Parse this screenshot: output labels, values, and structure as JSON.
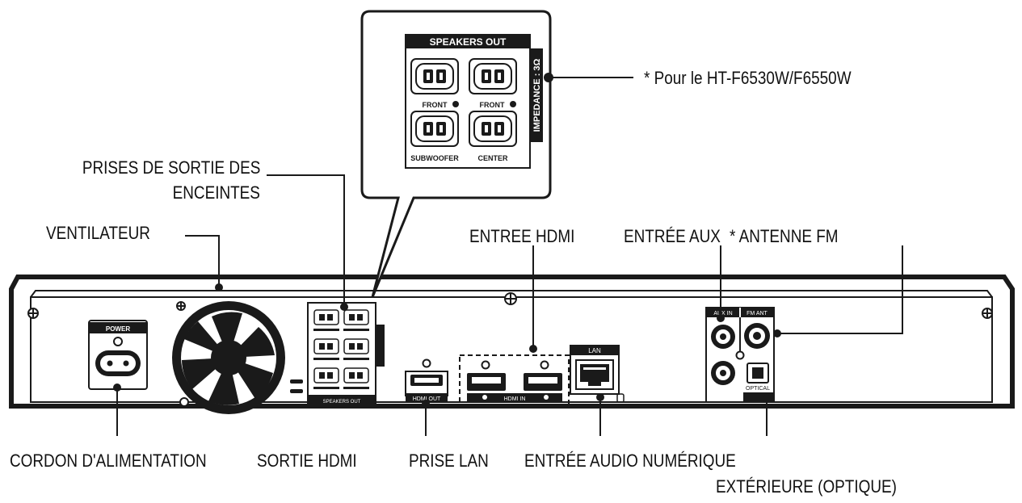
{
  "labels": {
    "prises_line1": "PRISES DE SORTIE DES",
    "prises_line2": "ENCEINTES",
    "ventilateur": "VENTILATEUR",
    "pour_le": "* Pour le HT-F6530W/F6550W",
    "entree_hdmi": "ENTREE HDMI",
    "entree_aux": "ENTRÉE AUX",
    "antenne_fm": "* ANTENNE FM",
    "cordon": "CORDON D'ALIMENTATION",
    "sortie_hdmi": "SORTIE HDMI",
    "prise_lan": "PRISE LAN",
    "entree_audio_line1": "ENTRÉE AUDIO NUMÉRIQUE",
    "entree_audio_line2": "EXTÉRIEURE (OPTIQUE)"
  },
  "callout": {
    "title": "SPEAKERS OUT",
    "impedance": "IMPEDANCE : 3Ω",
    "front_left": "FRONT",
    "front_right": "FRONT",
    "subwoofer": "SUBWOOFER",
    "center": "CENTER"
  },
  "panel": {
    "power": "POWER",
    "hdmi_out": "HDMI OUT",
    "hdmi_in": "HDMI IN",
    "lan": "LAN",
    "aux_in": "AUX IN",
    "fm_ant": "FM ANT",
    "optical": "OPTICAL",
    "speakers_out": "SPEAKERS OUT"
  },
  "colors": {
    "ink": "#1a1a1a",
    "panel": "#ffffff",
    "dark": "#2b2b2b"
  }
}
